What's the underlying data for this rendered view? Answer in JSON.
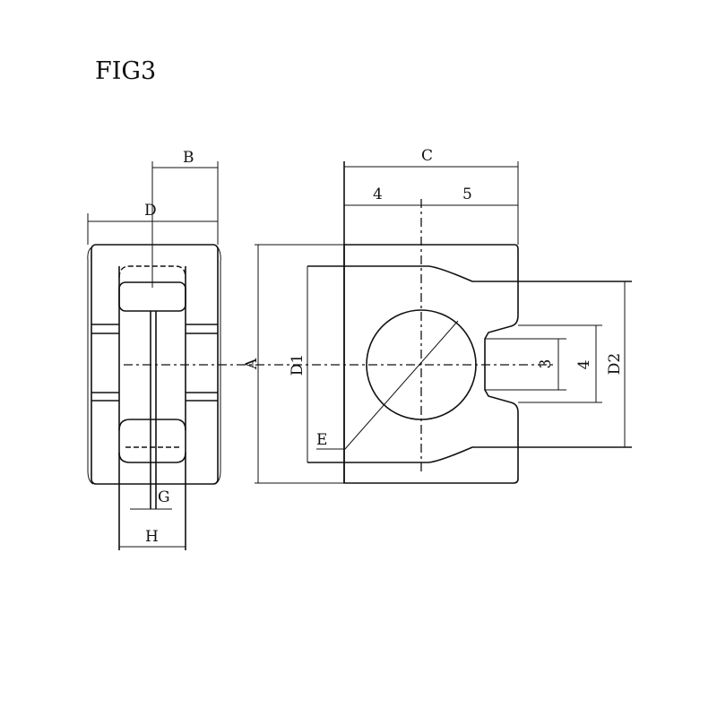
{
  "title": "FIG3",
  "side_view": {
    "labels": {
      "B": "B",
      "D": "D",
      "A": "A",
      "G": "G",
      "H": "H"
    }
  },
  "front_view": {
    "labels": {
      "C": "C",
      "c4": "4",
      "c5": "5",
      "D1": "D1",
      "E": "E",
      "s3": "3",
      "s4": "4",
      "D2": "D2"
    }
  }
}
